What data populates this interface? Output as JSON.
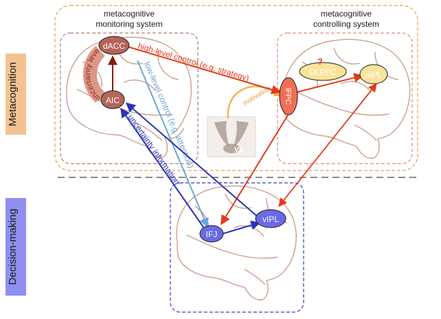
{
  "sections": {
    "metacognition_label": "Metacognition",
    "decision_label": "Decision-making"
  },
  "systems": {
    "monitoring_line1": "metacognitive",
    "monitoring_line2": "monitoring system",
    "controlling_line1": "metacognitive",
    "controlling_line2": "controlling system"
  },
  "regions": {
    "dacc": "dACC",
    "aic": "AIC",
    "lfpc": "lFPC",
    "dlpfc": "DLPFC",
    "aipl": "aIPL",
    "ifj": "IFJ",
    "vipl": "vIPL",
    "vs": "VS",
    "question": "?"
  },
  "arrows": {
    "high_level": "high-level control (e.g. strategy)",
    "low_level": "low-level control (e.g. attention)",
    "uncertainty_info": "uncertainty information",
    "uncertainty_level": "uncertainty level",
    "motivation": "motivation"
  },
  "colors": {
    "metacognition_box": "#f2c391",
    "decision_box": "#8f8ff0",
    "orange_dash": "#e8a24a",
    "brown_dash": "#b47a6e",
    "red_dash": "#e58a7a",
    "blue_dash": "#2a3fd1",
    "red_arrow": "#e23a1a",
    "dark_blue": "#2a32b8",
    "light_blue": "#6aa6d8",
    "brain_stroke": "#c9a08e"
  }
}
